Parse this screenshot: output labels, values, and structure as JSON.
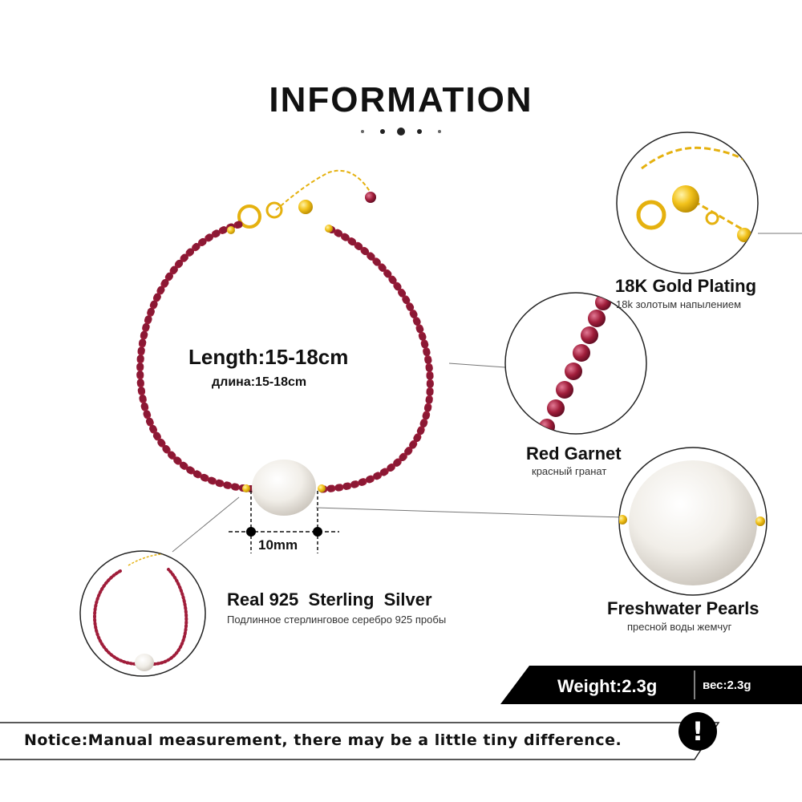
{
  "header": {
    "title": "INFORMATION"
  },
  "dimensions": {
    "length_label": "Length:15-18cm",
    "length_label_ru": "длина:15-18cm",
    "pearl_size": "10mm"
  },
  "features": [
    {
      "title": "18K Gold Plating",
      "subtitle": "18k золотым напылением"
    },
    {
      "title": "Red Garnet",
      "subtitle": "красный гранат"
    },
    {
      "title": "Real 925  Sterling  Silver",
      "subtitle": "Подлинное стерлинговое серебро 925 пробы"
    },
    {
      "title": "Freshwater Pearls",
      "subtitle": "пресной воды жемчуг"
    }
  ],
  "weight": {
    "label": "Weight:2.3g",
    "label_ru": "вес:2.3g"
  },
  "notice": {
    "text": "Notice:Manual measurement, there may be a little tiny difference.",
    "icon": "exclamation-icon"
  },
  "colors": {
    "garnet": "#a01d3a",
    "gold": "#f2c21b",
    "pearl": "#f4f1ec",
    "bar": "#000000"
  }
}
